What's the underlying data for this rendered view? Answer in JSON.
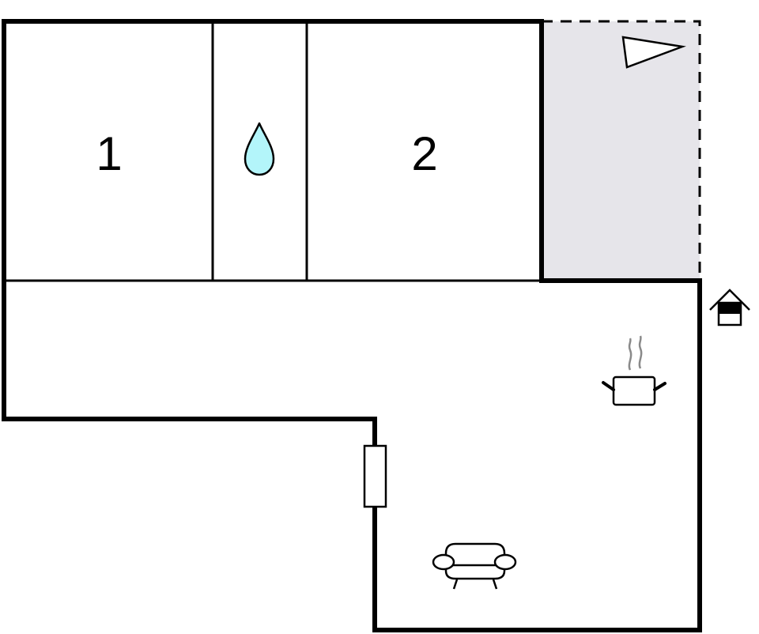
{
  "floorplan": {
    "rooms": [
      {
        "id": "bedroom-1",
        "label": "1"
      },
      {
        "id": "bathroom",
        "label": ""
      },
      {
        "id": "bedroom-2",
        "label": "2"
      },
      {
        "id": "terrace",
        "label": ""
      },
      {
        "id": "living-kitchen",
        "label": ""
      }
    ],
    "icons": [
      {
        "name": "water-drop-icon",
        "meaning": "bathroom"
      },
      {
        "name": "flag-icon",
        "meaning": "terrace / outdoor area"
      },
      {
        "name": "entrance-house-icon",
        "meaning": "entrance"
      },
      {
        "name": "cooking-pot-icon",
        "meaning": "kitchen"
      },
      {
        "name": "sofa-icon",
        "meaning": "living room"
      },
      {
        "name": "fireplace-icon",
        "meaning": "fireplace / stove"
      }
    ],
    "colors": {
      "wall": "#000000",
      "terrace_fill": "#e6e5ea",
      "water_fill": "#b3f5fa",
      "steam": "#8a8a8a",
      "background": "#ffffff"
    }
  }
}
